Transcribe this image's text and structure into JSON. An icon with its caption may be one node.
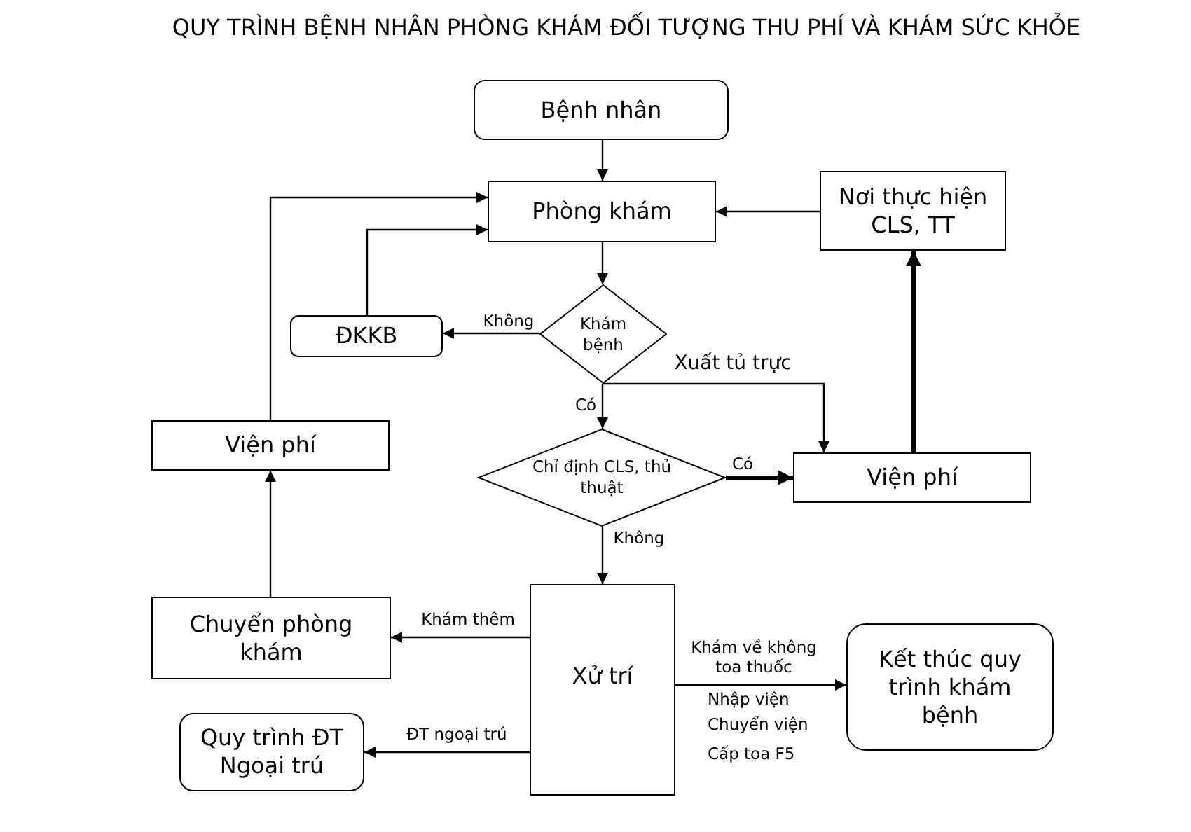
{
  "diagram": {
    "title": "QUY TRÌNH BỆNH NHÂN PHÒNG KHÁM ĐỐI TƯỢNG THU PHÍ VÀ KHÁM SỨC KHỎE",
    "nodes": [
      {
        "text": [
          "Bệnh nhân"
        ]
      },
      {
        "text": [
          "Phòng khám"
        ]
      },
      {
        "text": [
          "Nơi thực hiện CLS, TT"
        ]
      },
      {
        "text": [
          "ĐKKB"
        ]
      },
      {
        "text": [
          "Khám bệnh"
        ]
      },
      {
        "text": [
          "Viện phí"
        ]
      },
      {
        "text": [
          "Chỉ định CLS, thủ thuật"
        ]
      },
      {
        "text": [
          "Viện phí"
        ]
      },
      {
        "text": [
          "Chuyển phòng khám"
        ]
      },
      {
        "text": [
          "Xử trí"
        ]
      },
      {
        "text": [
          "Kết thúc quy trình khám bệnh"
        ]
      },
      {
        "text": [
          "Quy trình ĐT Ngoại trú"
        ]
      }
    ],
    "edges": [
      {
        "from": 0,
        "to": 1,
        "arrow": "to"
      },
      {
        "from": 1,
        "to": 4,
        "arrow": "to"
      },
      {
        "from": 2,
        "to": 1,
        "arrow": "to"
      },
      {
        "from": 3,
        "to": 1,
        "arrow": "to"
      },
      {
        "from": 4,
        "to": 3,
        "arrow": "to",
        "label": "Không"
      },
      {
        "from": 4,
        "to": 6,
        "arrow": "to",
        "label": "Có"
      },
      {
        "from": 4,
        "to": 7,
        "arrow": "to",
        "label": "Xuất tủ trực"
      },
      {
        "from": 5,
        "to": 1,
        "arrow": "to"
      },
      {
        "from": 6,
        "to": 7,
        "arrow": "to",
        "label": "Có",
        "style": "thick"
      },
      {
        "from": 6,
        "to": 9,
        "arrow": "to",
        "label": "Không"
      },
      {
        "from": 7,
        "to": 2,
        "arrow": "to",
        "style": "thick"
      },
      {
        "from": 8,
        "to": 5,
        "arrow": "to"
      },
      {
        "from": 9,
        "to": 8,
        "arrow": "to",
        "label": "Khám thêm"
      },
      {
        "from": 9,
        "to": 11,
        "arrow": "to",
        "label": "ĐT ngoại trú"
      },
      {
        "from": 9,
        "to": 10,
        "arrow": "to",
        "label": "Khám về không toa thuốc"
      }
    ],
    "labels": [
      "Nhập viện",
      "Chuyển viện",
      "Cấp toa F5"
    ]
  }
}
